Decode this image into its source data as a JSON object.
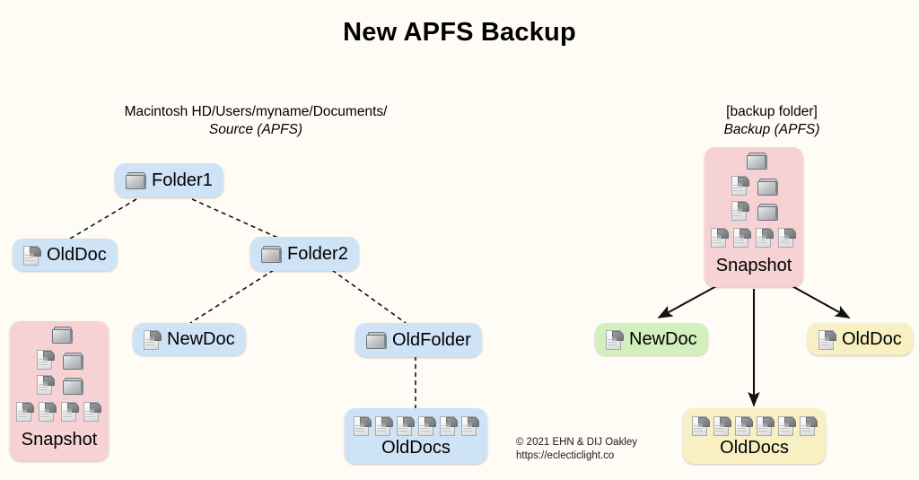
{
  "title": "New APFS Backup",
  "headers": {
    "source": {
      "path": "Macintosh HD/Users/myname/Documents/",
      "volume": "Source (APFS)"
    },
    "backup": {
      "path": "[backup folder]",
      "volume": "Backup (APFS)"
    }
  },
  "source_tree": {
    "folder1": {
      "label": "Folder1",
      "icon": "folder-icon",
      "color": "#cfe3f7"
    },
    "olddoc": {
      "label": "OldDoc",
      "icon": "document-icon",
      "color": "#cfe3f7"
    },
    "folder2": {
      "label": "Folder2",
      "icon": "folder-icon",
      "color": "#cfe3f7"
    },
    "newdoc": {
      "label": "NewDoc",
      "icon": "document-icon",
      "color": "#cfe3f7"
    },
    "oldfolder": {
      "label": "OldFolder",
      "icon": "folder-icon",
      "color": "#cfe3f7"
    },
    "olddocs": {
      "label": "OldDocs",
      "icon": "documents-group-icon",
      "color": "#cfe3f7",
      "doc_count": 6
    },
    "snapshot": {
      "label": "Snapshot",
      "icon": "snapshot-icon",
      "color": "#f6d2d4"
    }
  },
  "backup_tree": {
    "snapshot": {
      "label": "Snapshot",
      "icon": "snapshot-icon",
      "color": "#f6d2d4"
    },
    "newdoc": {
      "label": "NewDoc",
      "icon": "document-icon",
      "color": "#d2f0bd"
    },
    "olddoc": {
      "label": "OldDoc",
      "icon": "document-icon",
      "color": "#f8f0c3"
    },
    "olddocs": {
      "label": "OldDocs",
      "icon": "documents-group-icon",
      "color": "#f8f0c3",
      "doc_count": 6
    }
  },
  "credit": {
    "line1": "© 2021 EHN & DIJ Oakley",
    "line2": "https://eclecticlight.co"
  },
  "colors": {
    "background": "#fefcf5",
    "blue": "#cfe3f7",
    "green": "#d2f0bd",
    "cream": "#f8f0c3",
    "pink": "#f6d2d4",
    "line": "#111111"
  }
}
